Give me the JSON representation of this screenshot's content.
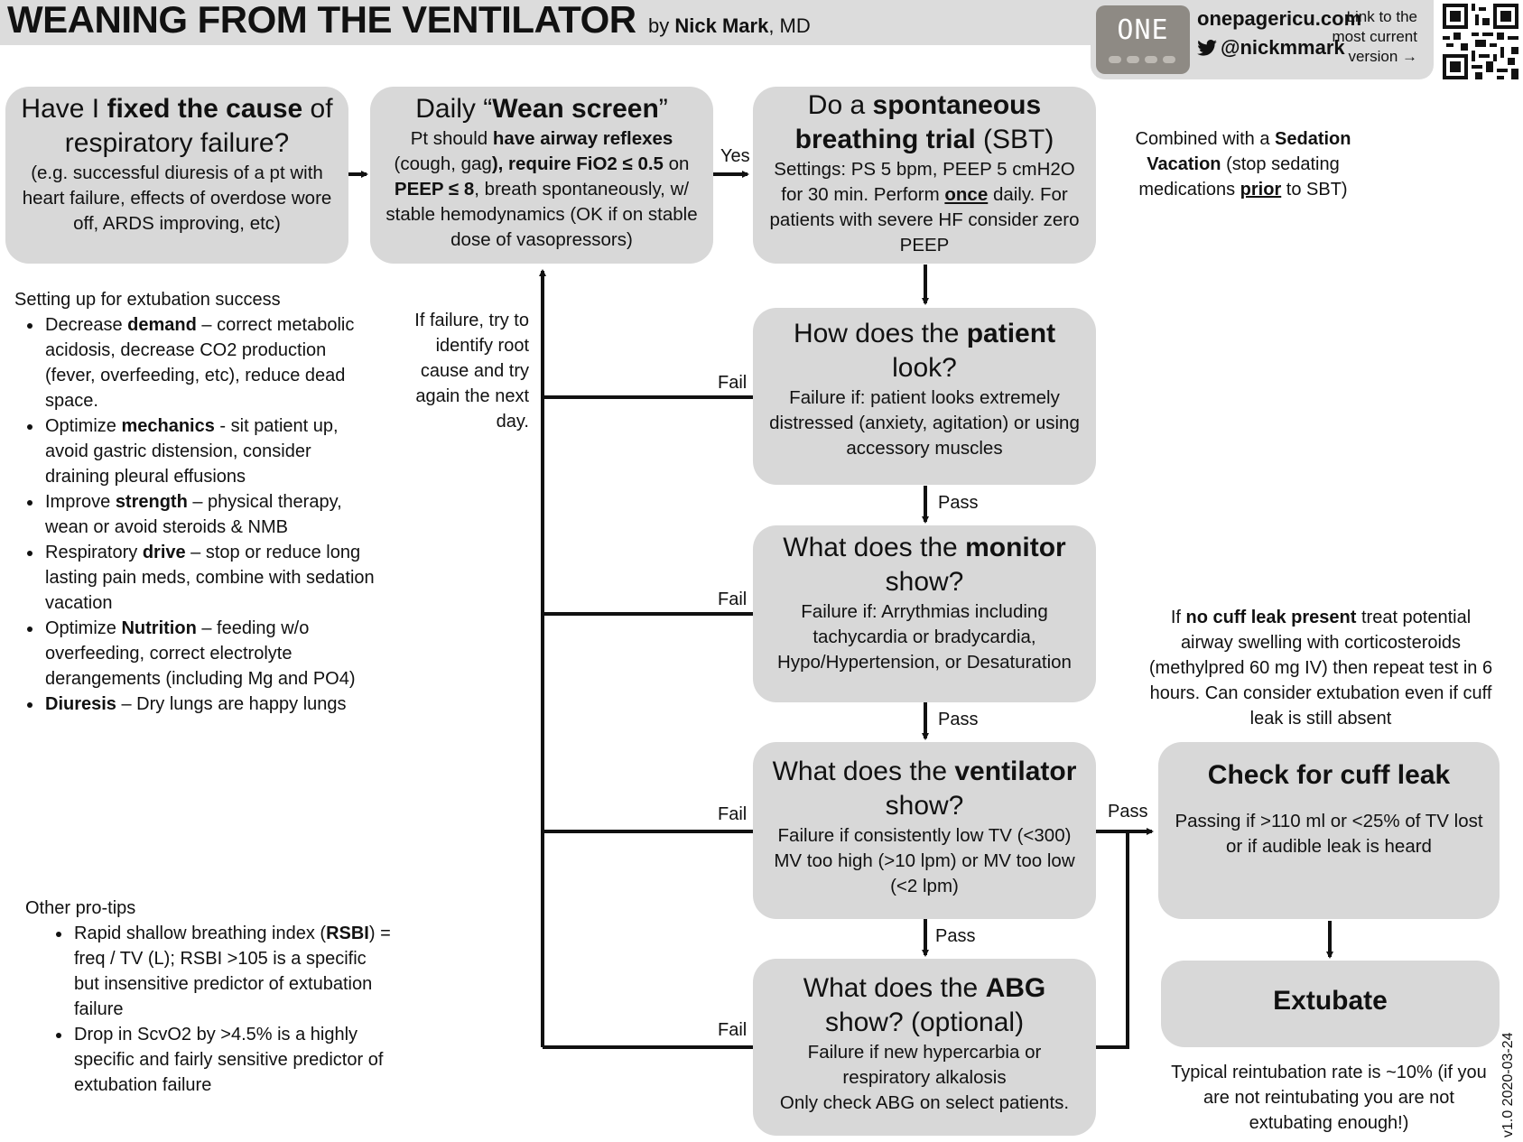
{
  "header": {
    "title": "WEANING FROM THE VENTILATOR",
    "byline_prefix": "by ",
    "author": "Nick Mark",
    "byline_suffix": ", MD",
    "logo": "ONE",
    "site": "onepagericu.com",
    "handle": "@nickmmark",
    "link_note_line1": "Link to the",
    "link_note_line2": "most current",
    "link_note_line3": "version →",
    "icons": [
      "twitter-bird-icon",
      "qr-code-icon"
    ]
  },
  "boxes": {
    "cause": {
      "t1": "Have I ",
      "t2": "fixed the cause",
      "t3": " of respiratory failure?",
      "body": "(e.g. successful diuresis of a pt with heart failure, effects of overdose wore off, ARDS improving, etc)"
    },
    "wean": {
      "t1": "Daily “",
      "t2": "Wean screen",
      "t3": "”",
      "b1": "Pt should ",
      "b2": "have airway reflexes",
      "b3": " (cough, gag",
      "b4": "), require FiO2 ≤ 0.5",
      "b5": " on ",
      "b6": "PEEP ≤ 8",
      "b7": ", breath spontaneously, w/ stable hemodynamics (OK if on stable dose of vasopressors)"
    },
    "sbt": {
      "t1": "Do a ",
      "t2": "spontaneous breathing trial",
      "t3": " (SBT)",
      "b1": "Settings: PS 5 bpm, PEEP 5 cmH2O for 30 min. Perform ",
      "b2": "once",
      "b3": " daily. For patients with severe HF consider zero PEEP"
    },
    "patient": {
      "t1": "How does the ",
      "t2": "patient",
      "t3": " look?",
      "body": "Failure if: patient looks extremely distressed (anxiety, agitation) or using accessory muscles"
    },
    "monitor": {
      "t1": "What does the ",
      "t2": "monitor",
      "t3": " show?",
      "body": "Failure if: Arrythmias including tachycardia or bradycardia, Hypo/Hypertension, or Desaturation"
    },
    "ventilator": {
      "t1": "What does the ",
      "t2": "ventilator",
      "t3": " show?",
      "body": "Failure if  consistently low TV (<300) MV too high (>10 lpm) or MV too low (<2 lpm)"
    },
    "abg": {
      "t1": "What does the ",
      "t2": "ABG",
      "t3": " show? (optional)",
      "body1": "Failure if new hypercarbia or respiratory alkalosis",
      "body2": "Only check ABG on select patients."
    },
    "cuff": {
      "title": "Check for cuff leak",
      "body": "Passing if >110 ml or <25% of TV lost or if audible leak is heard"
    },
    "extubate": {
      "title": "Extubate"
    }
  },
  "labels": {
    "yes": "Yes",
    "fail": "Fail",
    "pass": "Pass",
    "retry": "If failure, try to identify root cause and try again the next day."
  },
  "notes": {
    "sedation_1": "Combined with a ",
    "sedation_2": "Sedation Vacation",
    "sedation_3": " (stop sedating medications ",
    "sedation_4": "prior",
    "sedation_5": " to SBT)",
    "cuff_1": "If ",
    "cuff_2": "no cuff leak present",
    "cuff_3": " treat potential airway swelling with corticosteroids (methylpred 60 mg IV) then repeat test in 6 hours. Can consider extubation even if cuff leak is still absent",
    "reintubation": "Typical reintubation rate is ~10% (if you are not reintubating you are not extubating enough!)"
  },
  "setup": {
    "heading": "Setting up for extubation success",
    "items": [
      {
        "pre": "Decrease ",
        "bold": "demand",
        "post": " – correct metabolic acidosis, decrease CO2 production (fever, overfeeding, etc), reduce dead space."
      },
      {
        "pre": "Optimize ",
        "bold": "mechanics",
        "post": " - sit patient up, avoid gastric distension, consider draining pleural effusions"
      },
      {
        "pre": "Improve ",
        "bold": "strength",
        "post": " – physical therapy, wean or avoid steroids & NMB"
      },
      {
        "pre": "Respiratory ",
        "bold": "drive",
        "post": " – stop or reduce long lasting pain meds, combine with sedation vacation"
      },
      {
        "pre": "Optimize ",
        "bold": "Nutrition",
        "post": " – feeding w/o overfeeding, correct electrolyte derangements (including Mg and PO4)"
      },
      {
        "pre": "",
        "bold": "Diuresis",
        "post": " – Dry lungs are happy lungs"
      }
    ]
  },
  "protips": {
    "heading": "Other pro-tips",
    "items": [
      {
        "pre": "Rapid shallow breathing index (",
        "bold": "RSBI",
        "post": ") = freq / TV (L); RSBI >105 is a specific but insensitive predictor of extubation failure"
      },
      {
        "pre": "Drop in ScvO2 by >4.5% is a highly specific and fairly sensitive predictor of extubation failure",
        "bold": "",
        "post": ""
      }
    ]
  },
  "version": "v1.0 2020-03-24"
}
